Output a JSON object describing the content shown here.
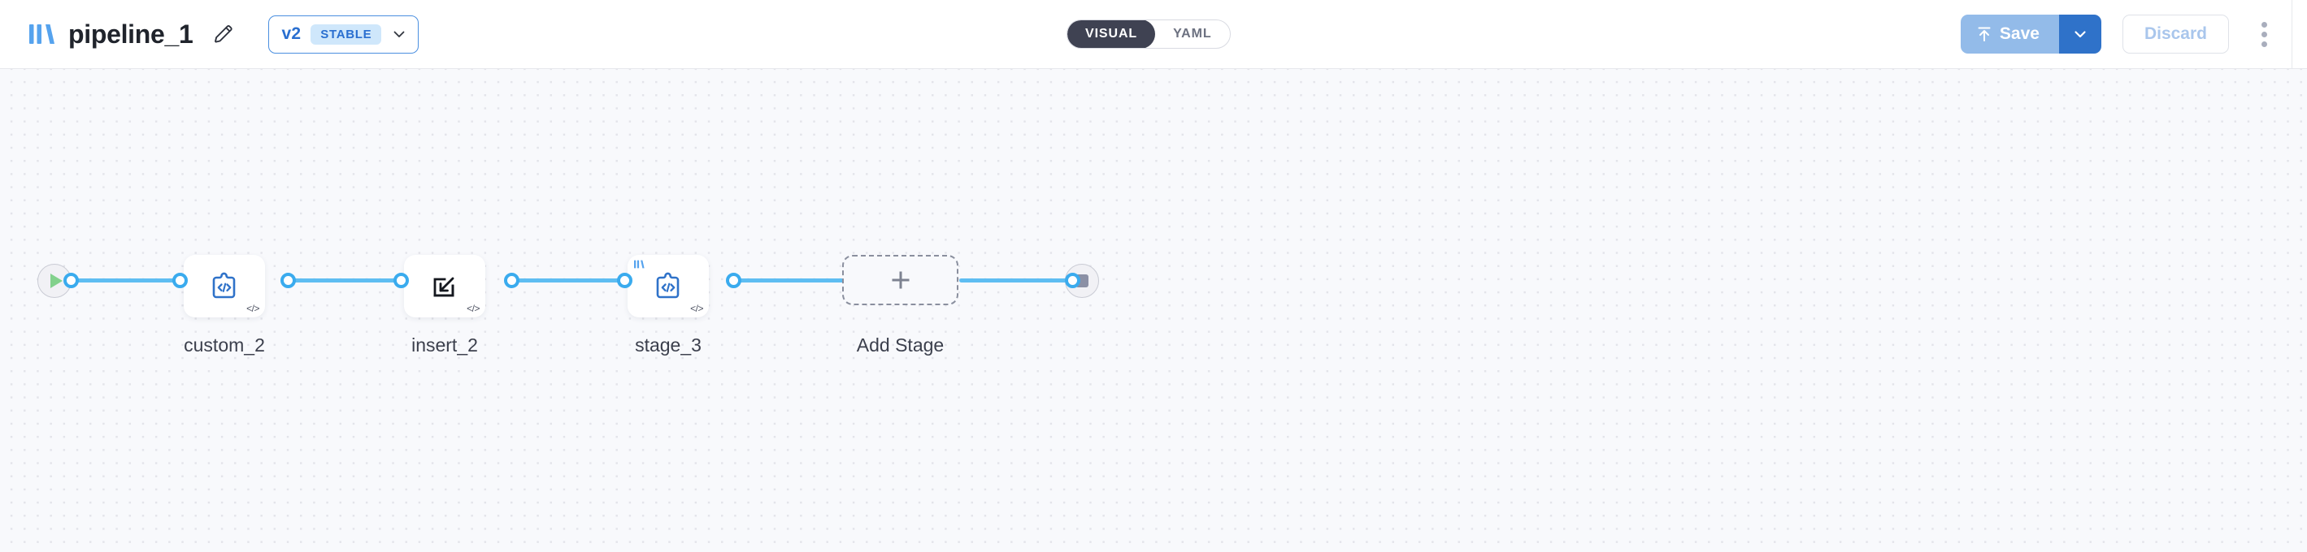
{
  "header": {
    "logo_icon": "three-bars-logo",
    "title": "pipeline_1",
    "edit_icon": "pencil-icon",
    "version": {
      "label": "v2",
      "badge": "STABLE",
      "chevron_icon": "chevron-down-icon"
    },
    "view_toggle": {
      "options": [
        {
          "label": "VISUAL",
          "active": true
        },
        {
          "label": "YAML",
          "active": false
        }
      ]
    },
    "actions": {
      "save_label": "Save",
      "save_icon": "upload-arrow-icon",
      "save_caret_icon": "chevron-down-icon",
      "discard_label": "Discard",
      "more_icon": "kebab-menu-icon"
    },
    "colors": {
      "accent_blue": "#2f72c9",
      "save_blue": "#93bbe9",
      "badge_bg": "#cfe7fb",
      "toggle_active_bg": "#3f4252",
      "edge_blue": "#5ebdf2"
    }
  },
  "canvas": {
    "background": "#f8f9fc",
    "dot_color": "#e3e4ea",
    "start_node": {
      "name": "start",
      "icon": "play-icon"
    },
    "end_node": {
      "name": "end",
      "icon": "stop-icon"
    },
    "stages": [
      {
        "label": "custom_2",
        "icon": "puzzle-code-icon",
        "badge": "</>",
        "logo_badge": false
      },
      {
        "label": "insert_2",
        "icon": "insert-arrow-icon",
        "badge": "</>",
        "logo_badge": false
      },
      {
        "label": "stage_3",
        "icon": "puzzle-code-icon",
        "badge": "</>",
        "logo_badge": true
      }
    ],
    "add_stage": {
      "label": "Add Stage",
      "icon": "plus-icon"
    }
  }
}
